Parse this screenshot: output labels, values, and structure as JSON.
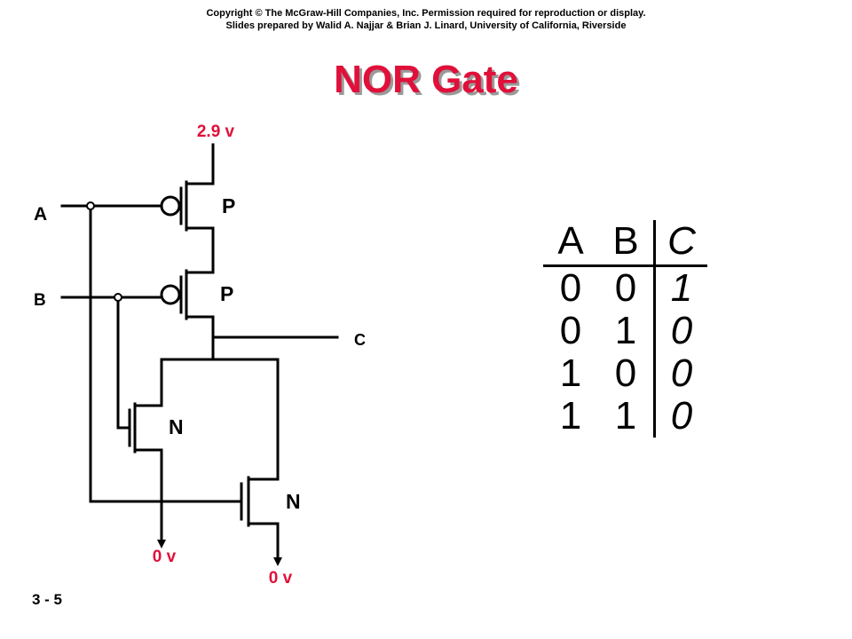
{
  "header": {
    "copyright_line1": "Copyright © The McGraw-Hill Companies, Inc. Permission required for reproduction or display.",
    "copyright_line2": "Slides prepared by Walid A. Najjar & Brian J. Linard, University of California, Riverside"
  },
  "title": "NOR Gate",
  "slide_number": "3 - 5",
  "circuit": {
    "supply_label": "2.9 v",
    "input_a": "A",
    "input_b": "B",
    "output": "C",
    "transistor_p1": "P",
    "transistor_p2": "P",
    "transistor_n1": "N",
    "transistor_n2": "N",
    "ground_1": "0 v",
    "ground_2": "0 v"
  },
  "truth_table": {
    "headers": [
      "A",
      "B",
      "C"
    ],
    "rows": [
      [
        "0",
        "0",
        "1"
      ],
      [
        "0",
        "1",
        "0"
      ],
      [
        "1",
        "0",
        "0"
      ],
      [
        "1",
        "1",
        "0"
      ]
    ]
  },
  "colors": {
    "accent": "#e0103a",
    "wire": "#000000"
  }
}
